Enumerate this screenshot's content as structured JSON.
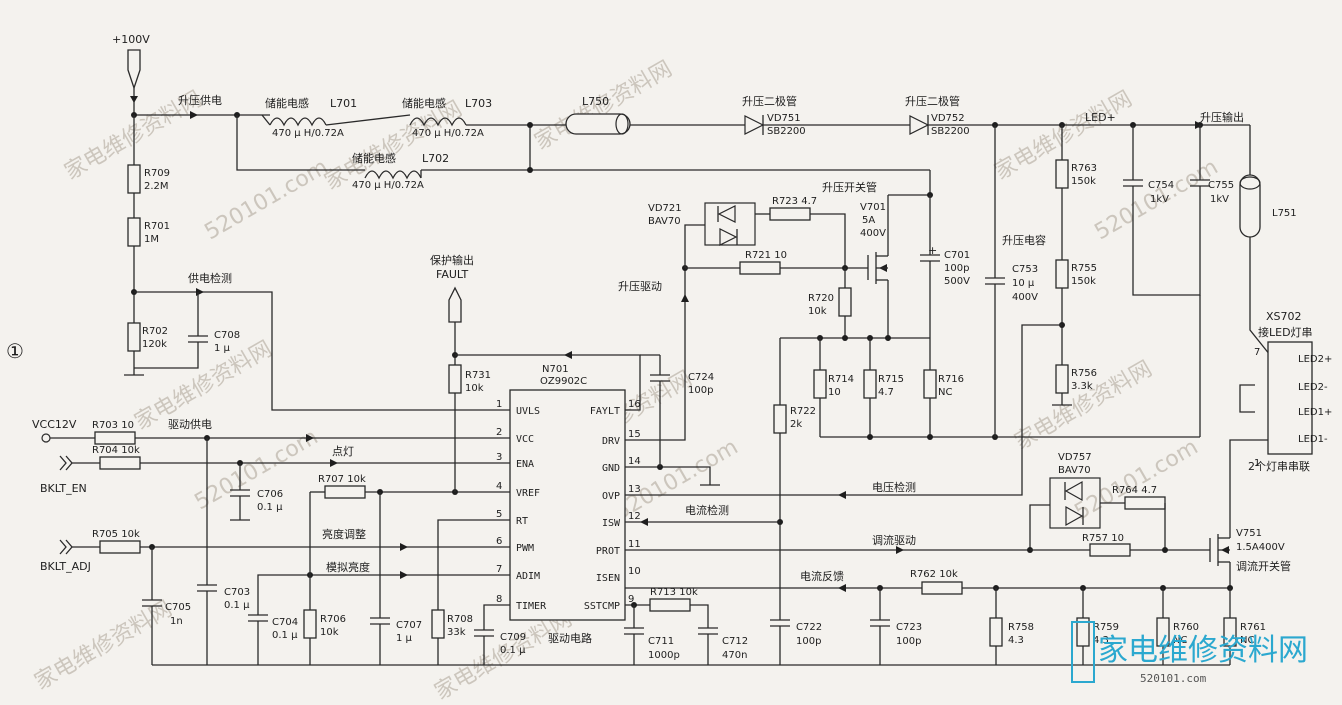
{
  "labels": {
    "vin": "+100V",
    "boost_supply": "升压供电",
    "inductor_type": "储能电感",
    "L701": "L701",
    "L703": "L703",
    "L702": "L702",
    "ind_val": "470 μ H/0.72A",
    "L750": "L750",
    "boost_diode": "升压二极管",
    "VD751": "VD751",
    "SB2200": "SB2200",
    "VD752": "VD752",
    "LEDp": "LED+",
    "boost_out": "升压输出",
    "R709": "R709",
    "R709v": "2.2M",
    "R701": "R701",
    "R701v": "1M",
    "supply_detect": "供电检测",
    "R702": "R702",
    "R702v": "120k",
    "C708": "C708",
    "C708v": "1 μ",
    "prot_out": "保护输出",
    "FAULT": "FAULT",
    "R731": "R731",
    "R731v": "10k",
    "N701": "N701",
    "OZ": "OZ9902C",
    "VD721": "VD721",
    "BAV70": "BAV70",
    "R723": "R723  4.7",
    "R721": "R721  10",
    "boost_drive": "升压驱动",
    "boost_sw": "升压开关管",
    "V701": "V701",
    "V701a": "5A",
    "V701b": "400V",
    "C701": "C701",
    "C701a": "100p",
    "C701b": "500V",
    "R720": "R720",
    "R720v": "10k",
    "C724": "C724",
    "C724v": "100p",
    "boost_cap": "升压电容",
    "C753": "C753",
    "C753a": "10 μ",
    "C753b": "400V",
    "R763": "R763",
    "R763v": "150k",
    "R755": "R755",
    "R755v": "150k",
    "R756": "R756",
    "R756v": "3.3k",
    "C754": "C754",
    "C755": "C755",
    "kv": "1kV",
    "L751": "L751",
    "XS702": "XS702",
    "led_conn": "接LED灯串",
    "LED2p": "LED2+",
    "LED2m": "LED2-",
    "LED1p": "LED1+",
    "LED1m": "LED1-",
    "n7": "7",
    "n1": "1",
    "two_strings": "2个灯串串联",
    "VCC12V": "VCC12V",
    "R703": "R703  10",
    "drive_supply": "驱动供电",
    "R704": "R704  10k",
    "light_on": "点灯",
    "BKLT_EN": "BKLT_EN",
    "C706": "C706",
    "C706v": "0.1 μ",
    "R707": "R707  10k",
    "R705": "R705  10k",
    "bright_adj": "亮度调整",
    "analog_bright": "模拟亮度",
    "BKLT_ADJ": "BKLT_ADJ",
    "C705": "C705",
    "C705v": "1n",
    "C703": "C703",
    "C703v": "0.1 μ",
    "C704": "C704",
    "C704v": "0.1 μ",
    "R706": "R706",
    "R706v": "10k",
    "C707": "C707",
    "C707v": "1 μ",
    "R708": "R708",
    "R708v": "33k",
    "C709": "C709",
    "C709v": "0.1 μ",
    "drive_circuit": "驱动电路",
    "R713": "R713  10k",
    "C711": "C711",
    "C711v": "1000p",
    "C712": "C712",
    "C712v": "470n",
    "R714": "R714",
    "R714v": "10",
    "R715": "R715",
    "R715v": "4.7",
    "R716": "R716",
    "R716v": "NC",
    "R722": "R722",
    "R722v": "2k",
    "volt_detect": "电压检测",
    "curr_detect": "电流检测",
    "dim_drive": "调流驱动",
    "curr_feedback": "电流反馈",
    "R762": "R762  10k",
    "C722": "C722",
    "C722v": "100p",
    "C723": "C723",
    "C723v": "100p",
    "R758": "R758",
    "R758v": "4.3",
    "R759": "R759",
    "R759v": "4.3",
    "R760": "R760",
    "R760v": "NC",
    "R761": "R761",
    "R761v": "NC",
    "VD757": "VD757",
    "VD757t": "BAV70",
    "R764": "R764  4.7",
    "R757": "R757  10",
    "V751": "V751",
    "V751v": "1.5A400V",
    "dim_sw": "调流开关管",
    "circle1": "①",
    "wm_cn": "家电维修资料网",
    "wm_url": "520101.com",
    "logo_cn": "家电维修资料网",
    "logo_url": "520101.com"
  },
  "pins_left": [
    {
      "num": "1",
      "name": "UVLS"
    },
    {
      "num": "2",
      "name": "VCC"
    },
    {
      "num": "3",
      "name": "ENA"
    },
    {
      "num": "4",
      "name": "VREF"
    },
    {
      "num": "5",
      "name": "RT"
    },
    {
      "num": "6",
      "name": "PWM"
    },
    {
      "num": "7",
      "name": "ADIM"
    },
    {
      "num": "8",
      "name": "TIMER"
    }
  ],
  "pins_right": [
    {
      "num": "16",
      "name": "FAYLT"
    },
    {
      "num": "15",
      "name": "DRV"
    },
    {
      "num": "14",
      "name": "GND"
    },
    {
      "num": "13",
      "name": "OVP"
    },
    {
      "num": "12",
      "name": "ISW"
    },
    {
      "num": "11",
      "name": "PROT"
    },
    {
      "num": "10",
      "name": "ISEN"
    },
    {
      "num": "9",
      "name": "SSTCMP"
    }
  ],
  "colors": {
    "ink": "#2a2a2a",
    "paper": "#f4f2ee",
    "watermark": "#ccc6bd",
    "logo": "#2ba8cf"
  }
}
